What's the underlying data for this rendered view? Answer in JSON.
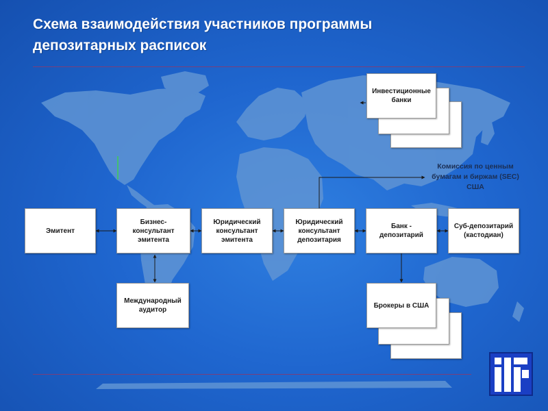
{
  "slide": {
    "title_line1": "Схема взаимодействия участников программы",
    "title_line2": "депозитарных расписок"
  },
  "nodes": {
    "emitent": "Эмитент",
    "business_consultant": "Бизнес-консультант эмитента",
    "legal_consultant_emitent": "Юридический консультант эмитента",
    "legal_consultant_depositary": "Юридический консультант депозитария",
    "bank_depositary": "Банк - депозитарий",
    "sub_depositary": "Суб-депозитарий (кастодиан)",
    "investment_banks": "Инвестиционные банки",
    "brokers_usa": "Брокеры в США",
    "international_auditor": "Международный аудитор",
    "sec": "Комиссия по ценным бумагам и биржам (SEC) США"
  },
  "colors": {
    "background": "#1f66cf",
    "box_fill": "#ffffff",
    "connector": "#1a1a1a",
    "rule": "#7a3f7a",
    "logo": "#1a3fc4"
  }
}
